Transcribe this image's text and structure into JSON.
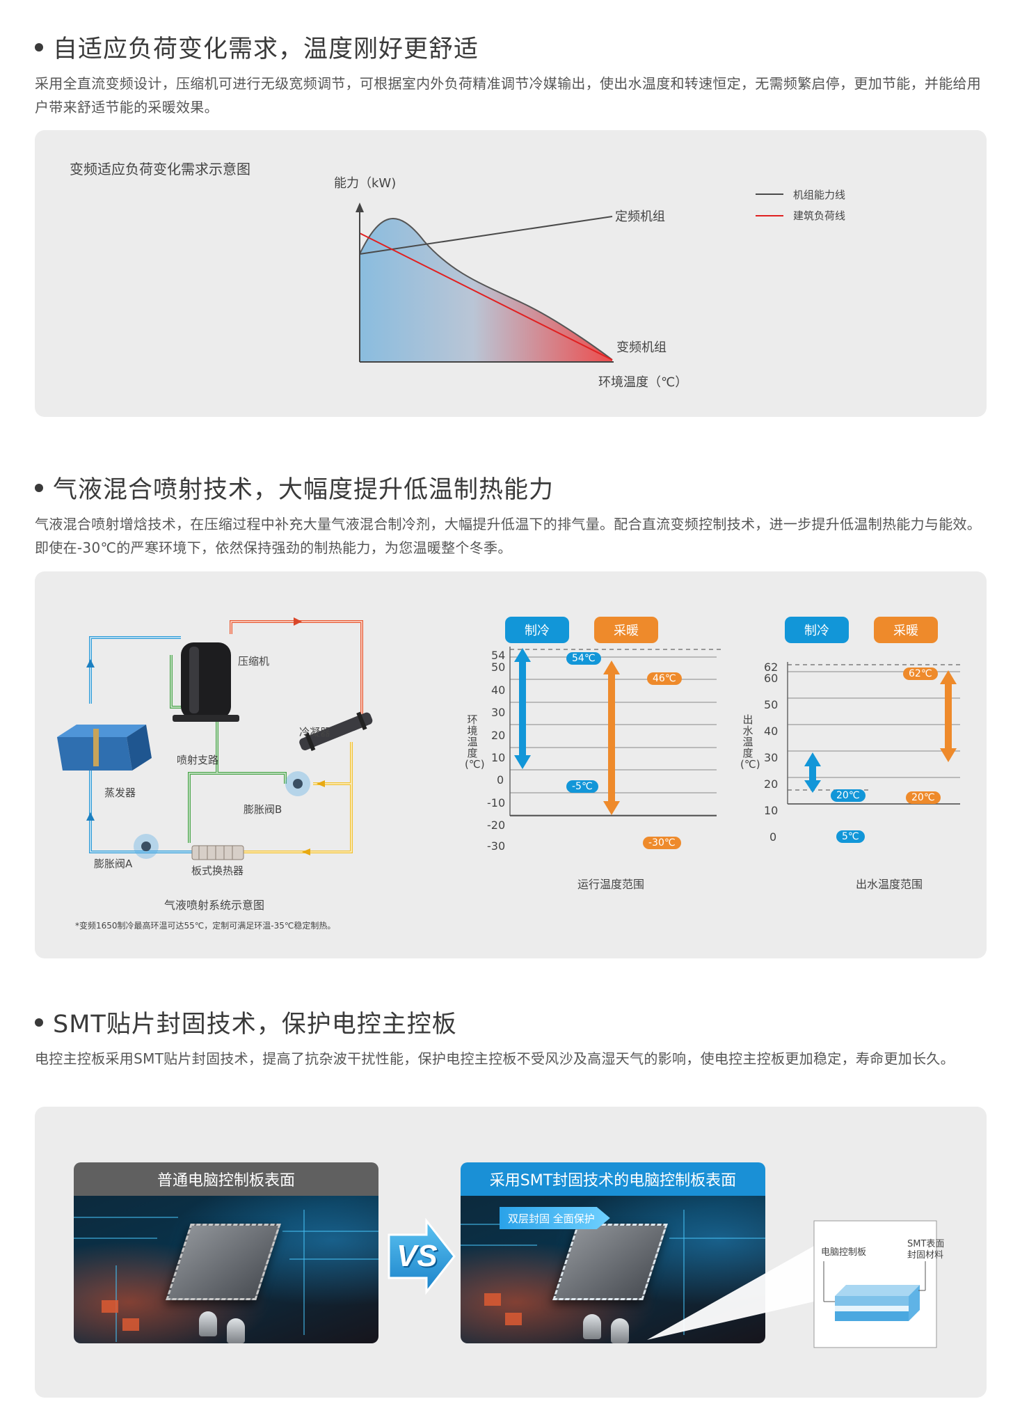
{
  "section1": {
    "heading": "自适应负荷变化需求，温度刚好更舒适",
    "text": "采用全直流变频设计，压缩机可进行无级宽频调节，可根据室内外负荷精准调节冷媒输出，使出水温度和转速恒定，无需频繁启停，更加节能，并能给用户带来舒适节能的采暖效果。",
    "chart": {
      "title": "变频适应负荷变化需求示意图",
      "y_label": "能力（kW)",
      "x_label": "环境温度（℃）",
      "label_fixed": "定频机组",
      "label_variable": "变频机组",
      "legend": [
        {
          "label": "机组能力线",
          "color": "#4a4a4a"
        },
        {
          "label": "建筑负荷线",
          "color": "#e02020"
        }
      ]
    }
  },
  "section2": {
    "heading": "气液混合喷射技术，大幅度提升低温制热能力",
    "text": "气液混合喷射增焓技术，在压缩过程中补充大量气液混合制冷剂，大幅提升低温下的排气量。配合直流变频控制技术，进一步提升低温制热能力与能效。即使在-30℃的严寒环境下，依然保持强劲的制热能力，为您温暖整个冬季。",
    "diagram": {
      "compressor": "压缩机",
      "condenser": "冷凝器",
      "injection": "喷射支路",
      "evaporator": "蒸发器",
      "valve_b": "膨胀阀B",
      "valve_a": "膨胀阀A",
      "plate_hx": "板式换热器",
      "caption": "气液喷射系统示意图",
      "footnote": "*变频1650制冷最高环温可达55℃，定制可满足环温-35℃稳定制热。"
    },
    "range_chart": {
      "badge_cool": "制冷",
      "badge_heat": "采暖",
      "y_label": "环境温度(℃)",
      "ticks": [
        "54",
        "50",
        "40",
        "30",
        "20",
        "10",
        "0",
        "-10",
        "-20",
        "-30"
      ],
      "cool_range": [
        "54℃",
        "-5℃"
      ],
      "heat_range": [
        "46℃",
        "-30℃"
      ],
      "caption": "运行温度范围"
    },
    "water_chart": {
      "badge_cool": "制冷",
      "badge_heat": "采暖",
      "y_label": "出水温度(℃)",
      "ticks": [
        "62",
        "60",
        "50",
        "40",
        "30",
        "20",
        "10",
        "0"
      ],
      "cool_range": [
        "20℃",
        "5℃"
      ],
      "heat_range": [
        "62℃",
        "20℃"
      ],
      "caption": "出水温度范围"
    },
    "colors": {
      "cool": "#1296d8",
      "heat": "#ee8a2b"
    }
  },
  "section3": {
    "heading": "SMT贴片封固技术，保护电控主控板",
    "text": "电控主控板采用SMT贴片封固技术，提高了抗杂波干扰性能，保护电控主控板不受风沙及高湿天气的影响，使电控主控板更加稳定，寿命更加长久。",
    "left_title": "普通电脑控制板表面",
    "right_title": "采用SMT封固技术的电脑控制板表面",
    "vs": "VS",
    "banner": "双层封固 全面保护",
    "inset_left": "电脑控制板",
    "inset_right_1": "SMT表面",
    "inset_right_2": "封固材料"
  }
}
